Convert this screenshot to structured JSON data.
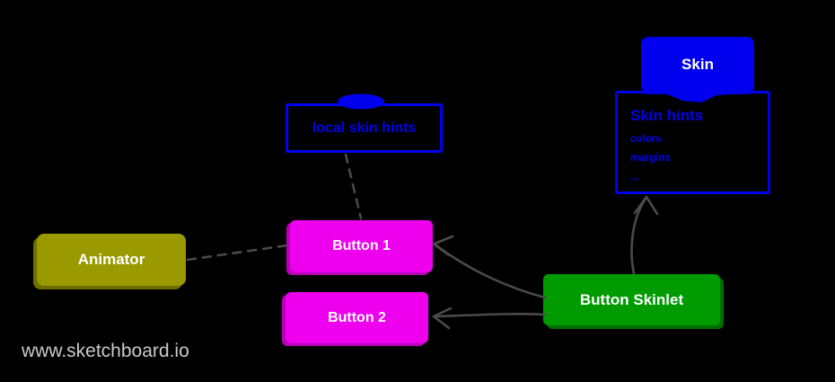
{
  "colors": {
    "bg": "#000000",
    "blue": "#0000EE",
    "blue-dark": "#0000BB",
    "magenta": "#EE00EE",
    "magenta-dark": "#B800B8",
    "olive": "#9A9A00",
    "olive-dark": "#6E6E00",
    "green": "#009B00",
    "green-dark": "#006D00",
    "connector": "#4A4A4A",
    "watermark": "#C9C9C9",
    "label": "#FFFFFF"
  },
  "nodes": {
    "skin": {
      "label": "Skin"
    },
    "skin_hints": {
      "title": "Skin hints",
      "items": [
        "colors",
        "margins",
        "..."
      ]
    },
    "local_skin_hints": {
      "label": "local skin hints"
    },
    "animator": {
      "label": "Animator"
    },
    "button1": {
      "label": "Button 1"
    },
    "button2": {
      "label": "Button 2"
    },
    "button_skinlet": {
      "label": "Button Skinlet"
    }
  },
  "watermark": "www.sketchboard.io"
}
